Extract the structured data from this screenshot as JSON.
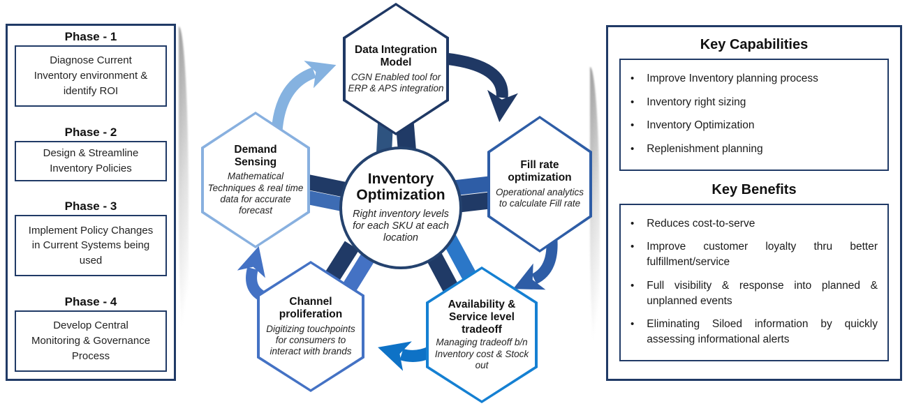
{
  "left_panel": {
    "phases": [
      {
        "label": "Phase - 1",
        "description": "Diagnose Current Inventory environment & identify ROI"
      },
      {
        "label": "Phase - 2",
        "description": "Design & Streamline Inventory Policies"
      },
      {
        "label": "Phase - 3",
        "description": "Implement Policy Changes in Current Systems being used"
      },
      {
        "label": "Phase - 4",
        "description": "Develop Central Monitoring & Governance Process"
      }
    ]
  },
  "diagram": {
    "center": {
      "title": "Inventory Optimization",
      "subtitle": "Right inventory levels for each SKU at each location"
    },
    "nodes": [
      {
        "id": "data-integration-model",
        "title": "Data Integration Model",
        "subtitle": "CGN Enabled tool for ERP & APS integration"
      },
      {
        "id": "fill-rate-optimization",
        "title": "Fill rate optimization",
        "subtitle": "Operational analytics to calculate Fill rate"
      },
      {
        "id": "availability-service-level-tradeoff",
        "title": "Availability & Service level tradeoff",
        "subtitle": "Managing tradeoff b/n Inventory cost & Stock out"
      },
      {
        "id": "channel-proliferation",
        "title": "Channel proliferation",
        "subtitle": "Digitizing touchpoints for consumers to interact with brands"
      },
      {
        "id": "demand-sensing",
        "title": "Demand Sensing",
        "subtitle": "Mathematical Techniques & real time data for accurate forecast"
      }
    ],
    "colors": {
      "panel_border": "#203A66",
      "hub_border": "#24426E",
      "hex_border_data_integration": "#1F3864",
      "hex_border_fill_rate": "#2E5DA6",
      "hex_border_availability": "#1580D2",
      "hex_border_channel": "#4472C4",
      "hex_border_demand": "#88B0DF",
      "arrow_demand_to_data": "#85B2E0",
      "arrow_data_to_fill": "#1F3864",
      "arrow_fill_to_avail": "#2E5DA6",
      "arrow_avail_to_channel": "#0E72C6",
      "arrow_channel_to_demand": "#4472C4",
      "spoke_dark": "#203A66",
      "spoke_top_light": "#2E5380",
      "spoke_fill_light": "#2E5DA6",
      "spoke_availability_light": "#2B77C8",
      "spoke_channel_light": "#4472C4",
      "spoke_demand_light": "#3D6CB4"
    }
  },
  "right_panel": {
    "bullet": "•",
    "capabilities": {
      "title": "Key Capabilities",
      "items": [
        "Improve Inventory planning process",
        "Inventory right sizing",
        "Inventory Optimization",
        "Replenishment planning"
      ]
    },
    "benefits": {
      "title": "Key Benefits",
      "items": [
        "Reduces cost-to-serve",
        "Improve customer loyalty thru better fulfillment/service",
        "Full visibility & response into planned & unplanned events",
        "Eliminating Siloed information by quickly assessing informational alerts"
      ]
    }
  }
}
